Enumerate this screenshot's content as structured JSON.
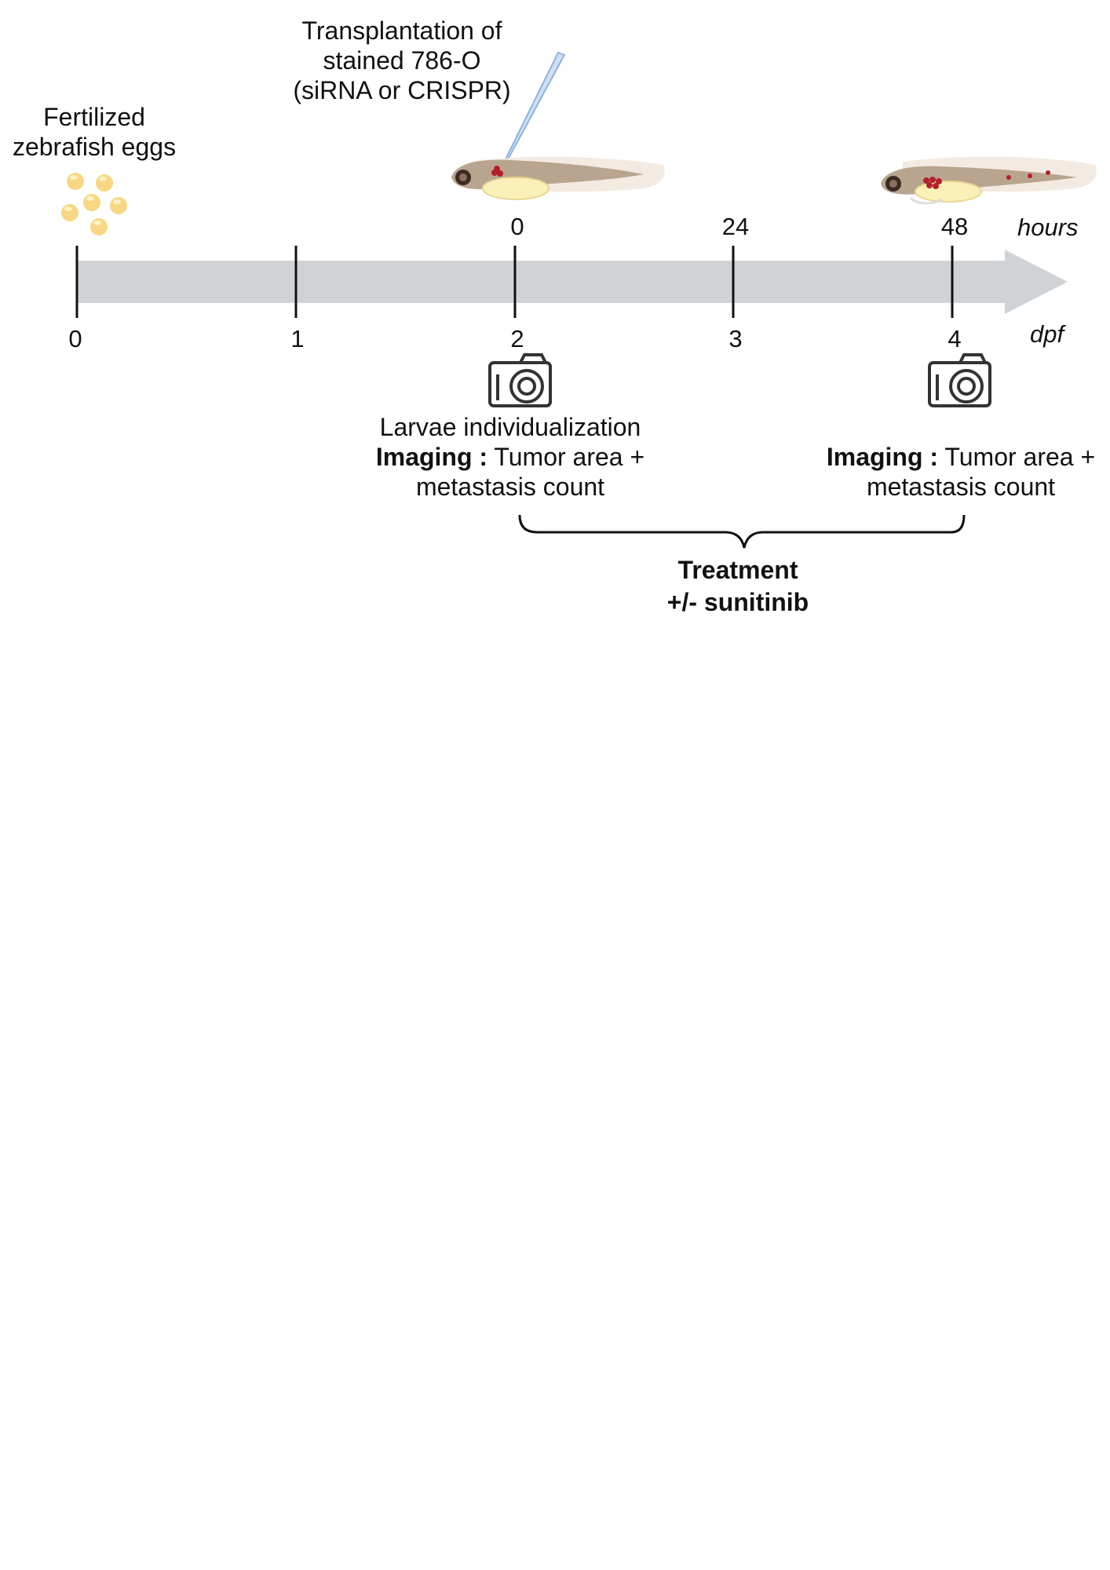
{
  "labels": {
    "eggs_line1": "Fertilized",
    "eggs_line2": "zebrafish eggs",
    "transplant_line1": "Transplantation of",
    "transplant_line2": "stained 786-O",
    "transplant_line3": "(siRNA or CRISPR)",
    "larvae_line1": "Larvae individualization",
    "imaging_bold": "Imaging :",
    "imaging_rest": " Tumor area +",
    "imaging_line3": "metastasis count",
    "imaging2_bold": "Imaging :",
    "imaging2_rest": " Tumor area +",
    "imaging2_line2": "metastasis count",
    "treatment_line1": "Treatment",
    "treatment_line2": "+/- sunitinib"
  },
  "timeline": {
    "hours_unit": "hours",
    "dpf_unit": "dpf",
    "hours_ticks": [
      "0",
      "24",
      "48"
    ],
    "dpf_ticks": [
      "0",
      "1",
      "2",
      "3",
      "4"
    ]
  },
  "icons": [
    "egg-icon",
    "micropipette-icon",
    "zebrafish-larva-icon",
    "camera-icon"
  ],
  "colors": {
    "arrow": "#d0d3d6",
    "egg": "#f7d783",
    "tumor": "#b3202a",
    "larva_body": "#b9a58f",
    "yolk": "#fbf0b8",
    "pipette": "#8fb3e0"
  }
}
